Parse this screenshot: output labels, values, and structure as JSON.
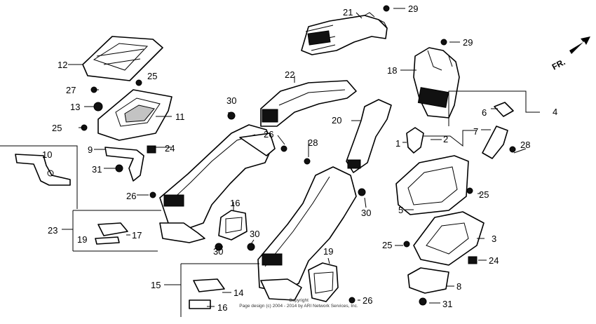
{
  "direction": "FR.",
  "labels": {
    "l1": "1",
    "l2": "2",
    "l3": "3",
    "l4": "4",
    "l5": "5",
    "l6": "6",
    "l7": "7",
    "l8": "8",
    "l9": "9",
    "l10": "10",
    "l11": "11",
    "l12": "12",
    "l13": "13",
    "l14": "14",
    "l15": "15",
    "l16a": "16",
    "l16b": "16",
    "l17": "17",
    "l18": "18",
    "l19a": "19",
    "l19b": "19",
    "l20": "20",
    "l21": "21",
    "l22": "22",
    "l23": "23",
    "l24a": "24",
    "l24b": "24",
    "l25a": "25",
    "l25b": "25",
    "l25c": "25",
    "l25d": "25",
    "l26a": "26",
    "l26b": "26",
    "l26c": "26",
    "l27": "27",
    "l28a": "28",
    "l28b": "28",
    "l29a": "29",
    "l29b": "29",
    "l30a": "30",
    "l30b": "30",
    "l30c": "30",
    "l30d": "30",
    "l31a": "31",
    "l31b": "31"
  },
  "copyright": {
    "line1": "Copyright",
    "line2": "Page design (c) 2004 - 2014 by ARI Network Services, Inc."
  }
}
